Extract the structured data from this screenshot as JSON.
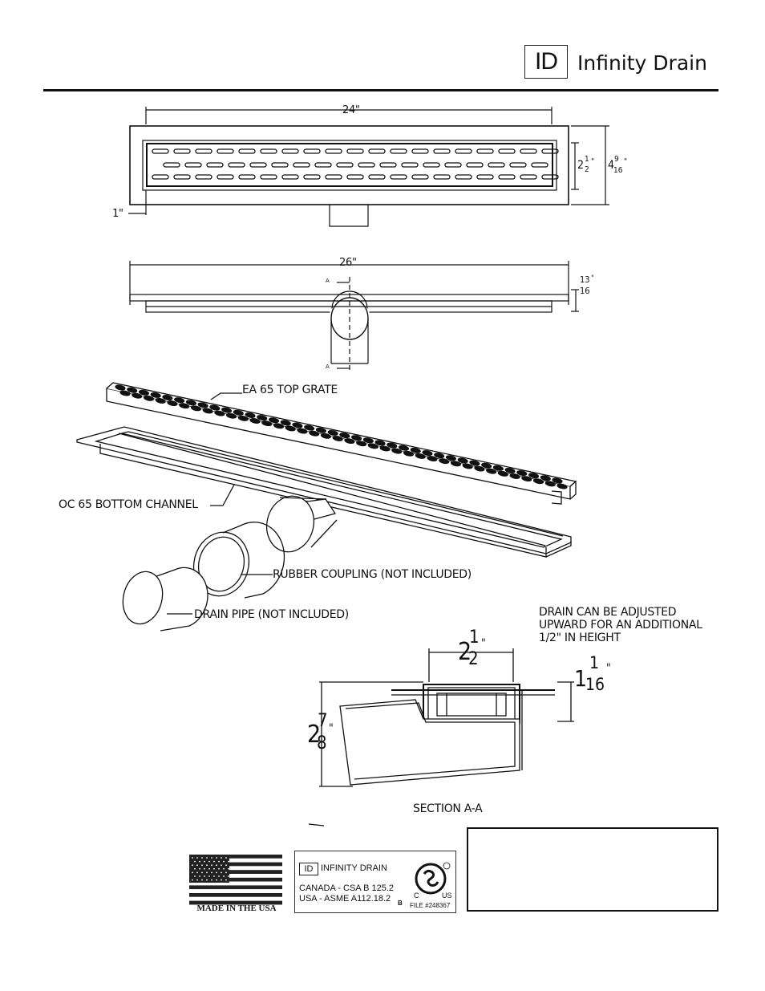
{
  "header": {
    "logo_mark": "ID",
    "brand": "Infinity Drain"
  },
  "top_view": {
    "width_label": "24\"",
    "inner_whole": "2",
    "inner_num": "1",
    "inner_den": "2",
    "inner_unit": "\"",
    "outer_whole": "4",
    "outer_num": "9",
    "outer_den": "16",
    "outer_unit": "\"",
    "flange_label": "1\""
  },
  "side_view": {
    "length_label": "26\"",
    "height_num": "13",
    "height_den": "16",
    "height_unit": "\"",
    "section_marker_top": "A",
    "section_marker_bottom": "A"
  },
  "exploded": {
    "top_grate": "EA 65 TOP GRATE",
    "bottom_channel": "OC 65 BOTTOM CHANNEL",
    "coupling": "RUBBER COUPLING (NOT INCLUDED)",
    "pipe": "DRAIN PIPE (NOT INCLUDED)"
  },
  "note": {
    "lines": [
      "DRAIN CAN BE ADJUSTED",
      "UPWARD FOR AN ADDITIONAL",
      "1/2\" IN HEIGHT"
    ]
  },
  "section": {
    "title": "SECTION A-A",
    "width_whole": "2",
    "width_num": "1",
    "width_den": "2",
    "width_unit": "\"",
    "height_whole": "1",
    "height_num": "1",
    "height_den": "16",
    "height_unit": "\"",
    "depth_whole": "2",
    "depth_num": "7",
    "depth_den": "8",
    "depth_unit": "\""
  },
  "footer": {
    "flag_caption": "MADE IN THE USA",
    "cert": {
      "logo_mark": "ID",
      "brand": "INFINITY DRAIN",
      "line1": "CANADA - CSA B 125.2",
      "line2": "USA - ASME A112.18.2",
      "b_mark": "B",
      "c_mark": "C",
      "us_mark": "US",
      "file": "FILE #248367"
    }
  }
}
